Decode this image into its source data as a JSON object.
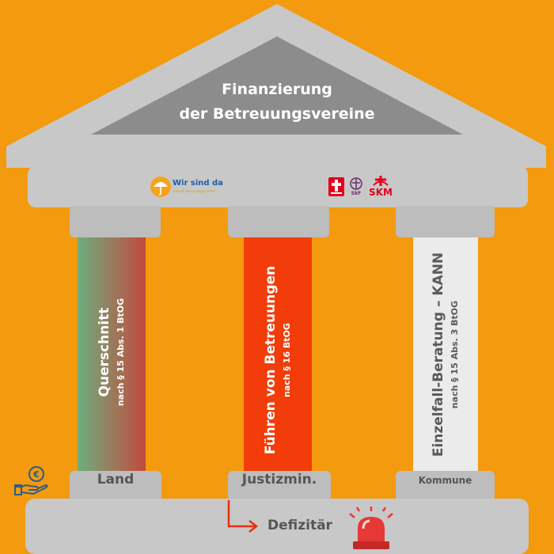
{
  "roof": {
    "title_line1": "Finanzierung",
    "title_line2": "der Betreuungsvereine"
  },
  "logos": {
    "wir_sind_da": "Wir sind da",
    "wir_sind_da_sub": "zukunft betreuungsvereine",
    "skf": "SkF",
    "skm": "SKM"
  },
  "columns": [
    {
      "title": "Querschnitt",
      "subtitle": "nach § 15 Abs. 1 BtOG",
      "funder": "Land"
    },
    {
      "title": "Führen von Betreuungen",
      "subtitle": "nach § 16 BtOG",
      "funder": "Justizmin."
    },
    {
      "title": "Einzelfall-Beratung – KANN",
      "subtitle": "nach § 15 Abs. 3 BtOG",
      "funder": "Kommune"
    }
  ],
  "base": {
    "deficit_label": "Defizitär"
  },
  "colors": {
    "background": "#F39A0E",
    "stone": "#C8C8C8",
    "stone_dark": "#A8A8A8",
    "roof_inner": "#8C8C8C",
    "column1_top": "#6DAE7C",
    "column1_bottom": "#C24A3E",
    "column2": "#F23C0A",
    "column3": "#EBEBEB",
    "arrow": "#E53012",
    "siren": "#E53935"
  },
  "icons": [
    "umbrella-icon",
    "caritas-cross-icon",
    "skf-emblem-icon",
    "skm-emblem-icon",
    "money-hand-icon",
    "alarm-siren-icon",
    "arrow-right-icon"
  ]
}
